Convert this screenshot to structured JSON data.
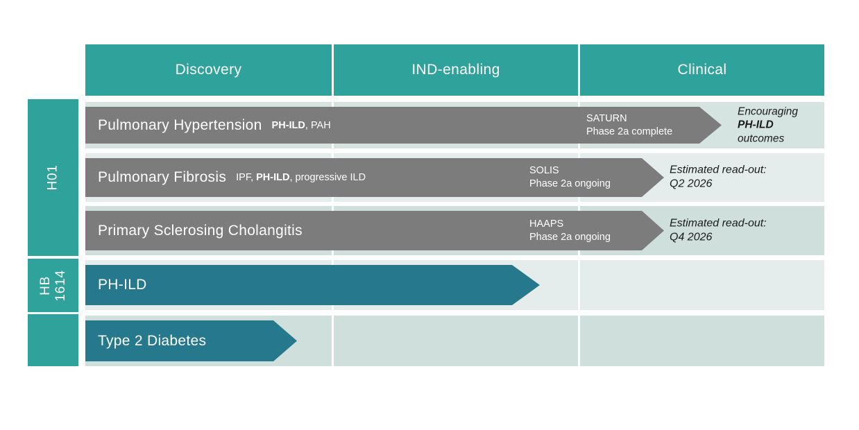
{
  "colors": {
    "teal": "#2ea29b",
    "dark_teal": "#26798d",
    "gray": "#7d7c7c",
    "row_mid": "#d6e4e1",
    "row_light": "#e4edeb",
    "row_dark": "#cfdfdb",
    "text_dark": "#1a1a1a"
  },
  "header": {
    "columns": [
      {
        "label": "Discovery"
      },
      {
        "label": "IND-enabling"
      },
      {
        "label": "Clinical"
      }
    ]
  },
  "sidebar": {
    "groups": [
      {
        "lines": [
          "H01"
        ]
      },
      {
        "lines": [
          "HB",
          "1614"
        ]
      },
      {
        "lines": []
      }
    ]
  },
  "rows": [
    {
      "title": "Pulmonary Hypertension",
      "tag_before": "",
      "tag_bold": "PH-ILD",
      "tag_after": ", PAH",
      "trial_name": "SATURN",
      "trial_status": "Phase 2a complete",
      "note_line1": "Encouraging",
      "note_bold": "PH-ILD",
      "note_line3": "outcomes"
    },
    {
      "title": "Pulmonary Fibrosis",
      "tag_before": "IPF, ",
      "tag_bold": "PH-ILD",
      "tag_after": ", progressive ILD",
      "trial_name": "SOLIS",
      "trial_status": "Phase 2a ongoing",
      "note_line1": "Estimated read-out:",
      "note_line2": "Q2 2026"
    },
    {
      "title": "Primary Sclerosing Cholangitis",
      "trial_name": "HAAPS",
      "trial_status": "Phase 2a ongoing",
      "note_line1": "Estimated read-out:",
      "note_line2": "Q4 2026"
    },
    {
      "title": "PH-ILD"
    },
    {
      "title": "Type 2 Diabetes"
    }
  ]
}
